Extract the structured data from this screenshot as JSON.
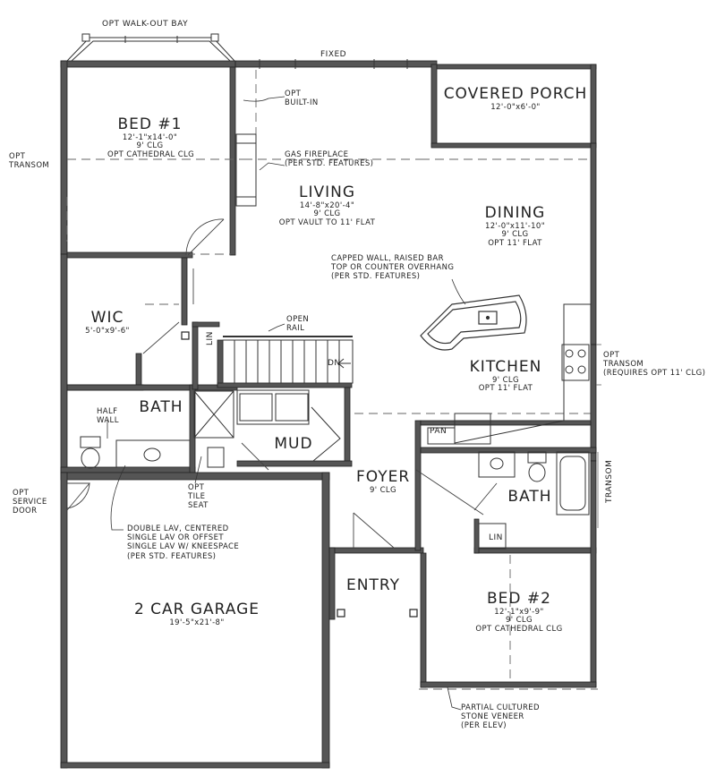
{
  "rooms": {
    "bed1": {
      "name": "BED #1",
      "lines": [
        "12'-1\"x14'-0\"",
        "9' CLG",
        "OPT CATHEDRAL CLG"
      ]
    },
    "living": {
      "name": "LIVING",
      "lines": [
        "14'-8\"x20'-4\"",
        "9' CLG",
        "OPT VAULT TO 11' FLAT"
      ]
    },
    "dining": {
      "name": "DINING",
      "lines": [
        "12'-0\"x11'-10\"",
        "9' CLG",
        "OPT 11' FLAT"
      ]
    },
    "porch": {
      "name": "COVERED PORCH",
      "lines": [
        "12'-0\"x6'-0\""
      ]
    },
    "wic": {
      "name": "WIC",
      "lines": [
        "5'-0\"x9'-6\""
      ]
    },
    "kitchen": {
      "name": "KITCHEN",
      "lines": [
        "9' CLG",
        "OPT 11' FLAT"
      ]
    },
    "bath1": {
      "name": "BATH"
    },
    "mud": {
      "name": "MUD"
    },
    "foyer": {
      "name": "FOYER",
      "lines": [
        "9' CLG"
      ]
    },
    "bath2": {
      "name": "BATH"
    },
    "entry": {
      "name": "ENTRY"
    },
    "bed2": {
      "name": "BED #2",
      "lines": [
        "12'-1\"x9'-9\"",
        "9' CLG",
        "OPT CATHEDRAL CLG"
      ]
    },
    "garage": {
      "name": "2 CAR GARAGE",
      "lines": [
        "19'-5\"x21'-8\""
      ]
    }
  },
  "notes": {
    "walkout_bay": "OPT WALK-OUT BAY",
    "fixed": "FIXED",
    "builtin": [
      "OPT",
      "BUILT-IN"
    ],
    "transom_left": [
      "OPT",
      "TRANSOM"
    ],
    "fireplace": [
      "GAS FIREPLACE",
      "(PER STD. FEATURES)"
    ],
    "capped_wall": [
      "CAPPED WALL, RAISED BAR",
      "TOP OR COUNTER OVERHANG",
      "(PER STD. FEATURES)"
    ],
    "open_rail": [
      "OPEN",
      "RAIL"
    ],
    "dn": "DN",
    "lin1": "LIN",
    "lin2": "LIN",
    "pan": "PAN",
    "transom_right": [
      "OPT",
      "TRANSOM",
      "(REQUIRES OPT 11' CLG)"
    ],
    "half_wall": [
      "HALF",
      "WALL"
    ],
    "service_door": [
      "OPT",
      "SERVICE",
      "DOOR"
    ],
    "tile_seat": [
      "OPT",
      "TILE",
      "SEAT"
    ],
    "double_lav": [
      "DOUBLE LAV, CENTERED",
      "SINGLE LAV OR OFFSET",
      "SINGLE LAV W/ KNEESPACE",
      "(PER STD. FEATURES)"
    ],
    "transom_bath": "TRANSOM",
    "stone_veneer": [
      "PARTIAL CULTURED",
      "STONE VENEER",
      "(PER ELEV)"
    ]
  }
}
